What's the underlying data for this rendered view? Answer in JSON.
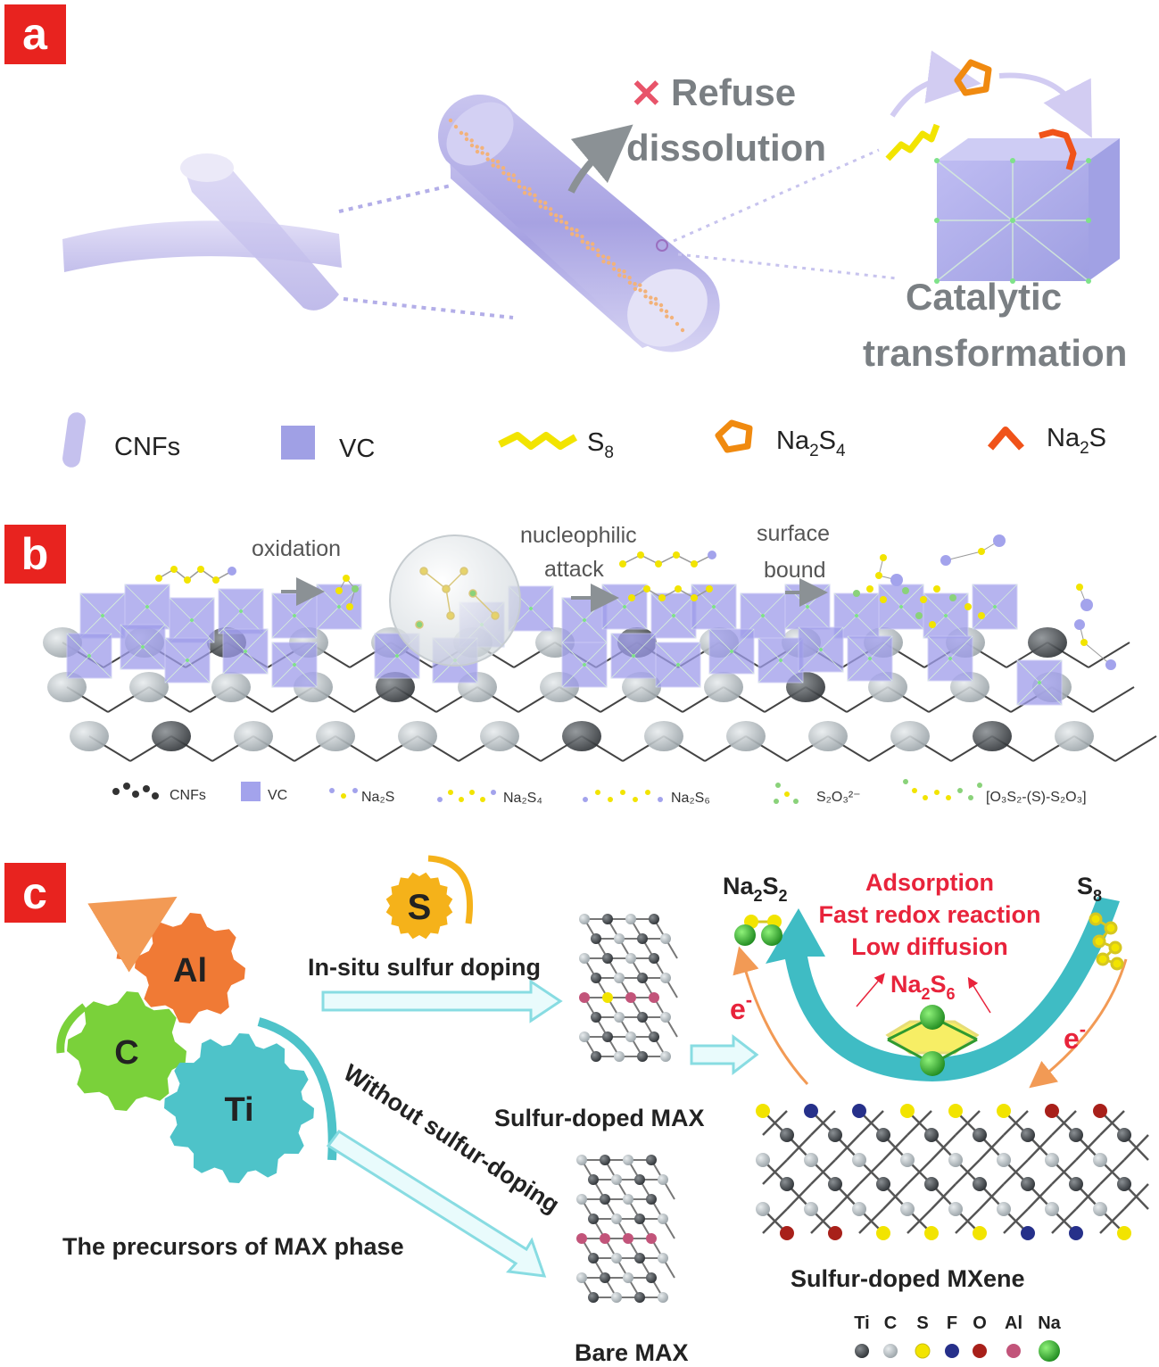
{
  "panel_a": {
    "label": "a",
    "refuse": "Refuse",
    "dissolution": "dissolution",
    "catalytic": "Catalytic",
    "transformation": "transformation",
    "legend": {
      "cnfs": "CNFs",
      "vc": "VC",
      "s8_base": "S",
      "s8_sub": "8",
      "na2s4_a": "Na",
      "na2s4_b": "2",
      "na2s4_c": "S",
      "na2s4_d": "4",
      "na2s_a": "Na",
      "na2s_b": "2",
      "na2s_c": "S"
    }
  },
  "panel_b": {
    "label": "b",
    "oxidation": "oxidation",
    "nucleophilic": "nucleophilic",
    "attack": "attack",
    "surface": "surface",
    "bound": "bound",
    "legend": {
      "cnfs": "CNFs",
      "vc": "VC",
      "na2s": "Na₂S",
      "na2s4": "Na₂S₄",
      "na2s6": "Na₂S₆",
      "s2o3": "S₂O₃²⁻",
      "polythionate": "[O₃S₂-(S)-S₂O₃]"
    }
  },
  "panel_c": {
    "label": "c",
    "gear_al": "Al",
    "gear_c": "C",
    "gear_ti": "Ti",
    "sun_s": "S",
    "in_situ": "In-situ sulfur doping",
    "without": "Without sulfur-doping",
    "precursors": "The precursors of MAX phase",
    "sulfur_doped_max": "Sulfur-doped MAX",
    "bare_max": "Bare MAX",
    "sulfur_doped_mxene": "Sulfur-doped MXene",
    "na2s2_a": "Na",
    "na2s2_b": "2",
    "na2s2_c": "S",
    "na2s2_d": "2",
    "s8_a": "S",
    "s8_b": "8",
    "adsorption": "Adsorption",
    "fast_redox": "Fast redox reaction",
    "low_diffusion": "Low diffusion",
    "na2s6_a": "Na",
    "na2s6_b": "2",
    "na2s6_c": "S",
    "na2s6_d": "6",
    "electron_left": "e",
    "electron_right": "e",
    "minus": "-",
    "legend": {
      "ti": "Ti",
      "c": "C",
      "s": "S",
      "f": "F",
      "o": "O",
      "al": "Al",
      "na": "Na"
    }
  },
  "colors": {
    "label_red": "#e8231f",
    "refuse_x": "#e8546a",
    "gray_text": "#7a7f83",
    "cnf_purple": "#b8b4e8",
    "vc_blue": "#8f8fe0",
    "s8_yellow": "#f2e400",
    "na2s4_orange": "#f08a10",
    "red_text": "#e8233b",
    "teal": "#3fbcc4",
    "gear_orange": "#f07a35",
    "gear_green": "#7ad13a",
    "gear_teal": "#4ec3c9",
    "sun_yellow": "#f5b21a"
  }
}
